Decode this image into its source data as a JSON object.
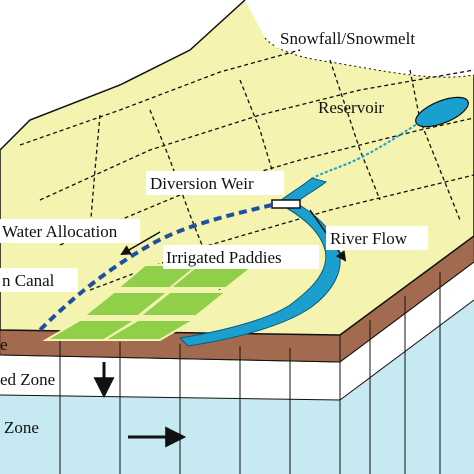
{
  "labels": {
    "snowfall": "Snowfall/Snowmelt",
    "reservoir": "Reservoir",
    "diversion_weir": "Diversion Weir",
    "water_allocation": "Water Allocation",
    "river_flow": "River Flow",
    "irrigated_paddies": "Irrigated Paddies",
    "main_canal": "n Canal",
    "surface_layer": "e",
    "unsaturated_zone": "ed Zone",
    "saturated_zone": "Zone"
  },
  "colors": {
    "land_surface": "#f4f3b0",
    "soil_layer": "#a26a4e",
    "groundwater": "#c7e9f1",
    "river": "#1a9fcf",
    "paddies": "#8fcf4a",
    "snow_region": "#ffffff",
    "canal_dash": "#1f4fa3",
    "grid_dash": "#111111"
  },
  "icons": {
    "water_allocation_arrow": "arrow-down-left",
    "river_flow_arrow": "arrow-down-right",
    "infiltration_arrow": "arrow-down",
    "groundwater_flow_arrow": "arrow-right"
  }
}
